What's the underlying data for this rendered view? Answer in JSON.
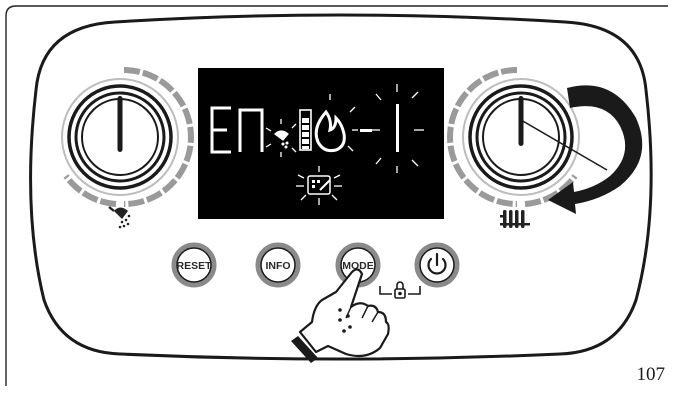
{
  "display": {
    "digits": [
      "E",
      "n",
      "-",
      "1"
    ],
    "background": "#000000",
    "segment_color": "#ffffff"
  },
  "buttons": {
    "reset": "RESET",
    "info": "INFO",
    "mode": "MODE",
    "power_icon": "power-icon"
  },
  "icons": {
    "left_knob_symbol": "shower-icon",
    "right_knob_symbol": "radiator-icon",
    "lock_symbol": "padlock-icon",
    "rotate_arrow": "clockwise-arrow-icon",
    "hand": "pointing-hand-icon"
  },
  "page": {
    "number": "107"
  }
}
